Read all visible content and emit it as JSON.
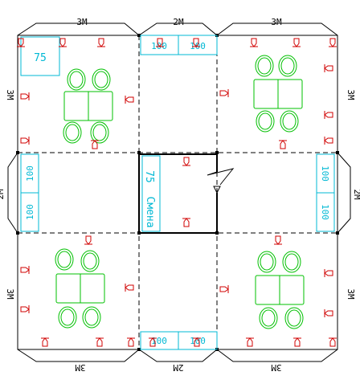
{
  "dimensions": {
    "top": [
      "3М",
      "2М",
      "3М"
    ],
    "bottom": [
      "3М",
      "2М",
      "3М"
    ],
    "left": [
      "3М",
      "2М",
      "3М"
    ],
    "right": [
      "3М",
      "2М",
      "3М"
    ]
  },
  "labels": {
    "corner_box": "75",
    "center_box": "75",
    "smena": "Смена",
    "panel_value": "100"
  },
  "colors": {
    "walls": "#000000",
    "furniture": "#00c000",
    "labels": "#00b8d4",
    "lights": "#d00000"
  }
}
